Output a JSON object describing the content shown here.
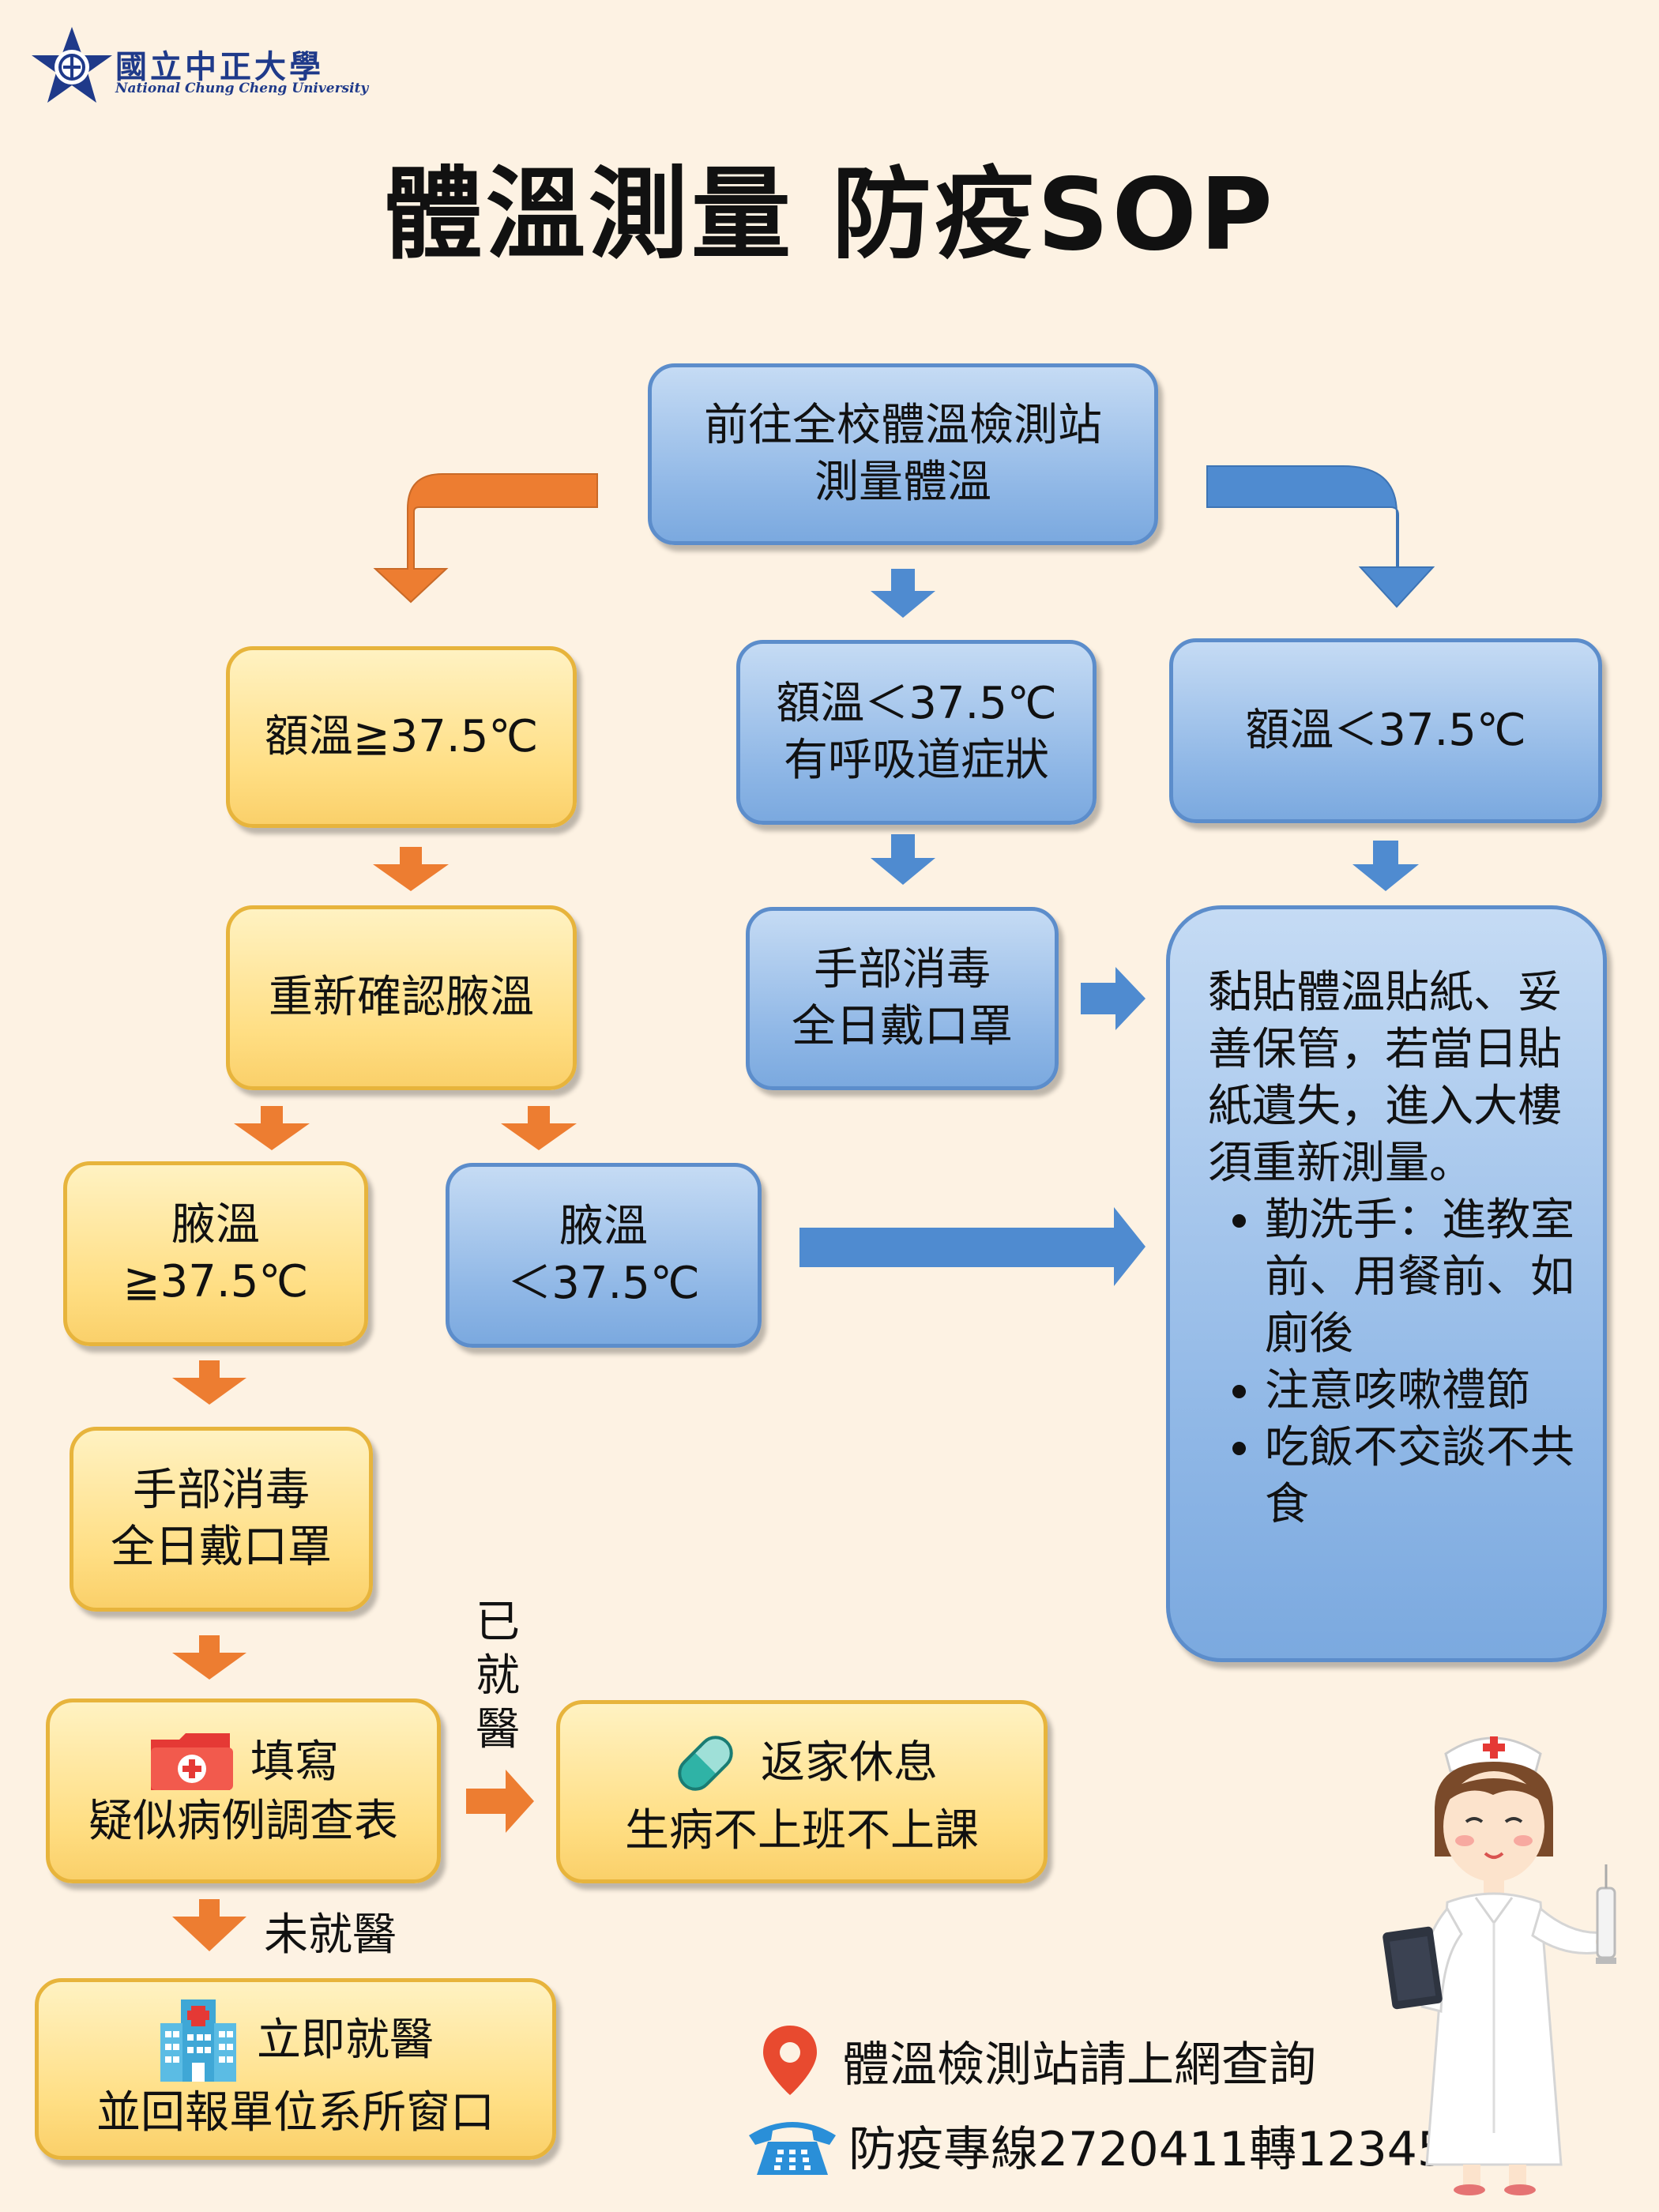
{
  "header": {
    "logo_name": "國立中正大學",
    "logo_en": "National Chung Cheng University",
    "title": "體溫測量 防疫SOP"
  },
  "flow": {
    "start": [
      "前往全校體溫檢測站",
      "測量體溫"
    ],
    "forehead_high": "額溫≧37.5℃",
    "forehead_low_symptom": [
      "額溫＜37.5℃",
      "有呼吸道症狀"
    ],
    "forehead_low": "額溫＜37.5℃",
    "recheck": "重新確認腋溫",
    "disinfect_mid": [
      "手部消毒",
      "全日戴口罩"
    ],
    "axil_high": [
      "腋溫",
      "≧37.5℃"
    ],
    "axil_low": [
      "腋溫",
      "＜37.5℃"
    ],
    "disinfect_left": [
      "手部消毒",
      "全日戴口罩"
    ],
    "fill_form": [
      "填寫",
      "疑似病例調查表"
    ],
    "rest": [
      "返家休息",
      "生病不上班不上課"
    ],
    "hospital": [
      "立即就醫",
      "並回報單位系所窗口"
    ],
    "label_seen_doctor": "已就醫",
    "label_not_seen": "未就醫",
    "right_panel": {
      "intro": "黏貼體溫貼紙、妥善保管，若當日貼紙遺失，進入大樓須重新測量。",
      "bullets": [
        "勤洗手：進教室前、用餐前、如廁後",
        "注意咳嗽禮節",
        "吃飯不交談不共食"
      ]
    }
  },
  "footer": {
    "station_info": "體溫檢測站請上網查詢",
    "hotline": "防疫專線2720411轉12345"
  },
  "colors": {
    "background": "#FDF2E3",
    "orange_arrow": "#ED7D31",
    "blue_arrow": "#4F8BD0",
    "blue_box": "#8FB7E6",
    "yellow_box": "#FFDE83",
    "logo_blue": "#1F3A8A",
    "pin_red": "#E84A2F",
    "phone_blue": "#2A8FD8"
  },
  "icons": [
    "school-logo-icon",
    "folder-plus-icon",
    "pill-icon",
    "hospital-icon",
    "location-pin-icon",
    "telephone-icon",
    "nurse-illustration"
  ]
}
